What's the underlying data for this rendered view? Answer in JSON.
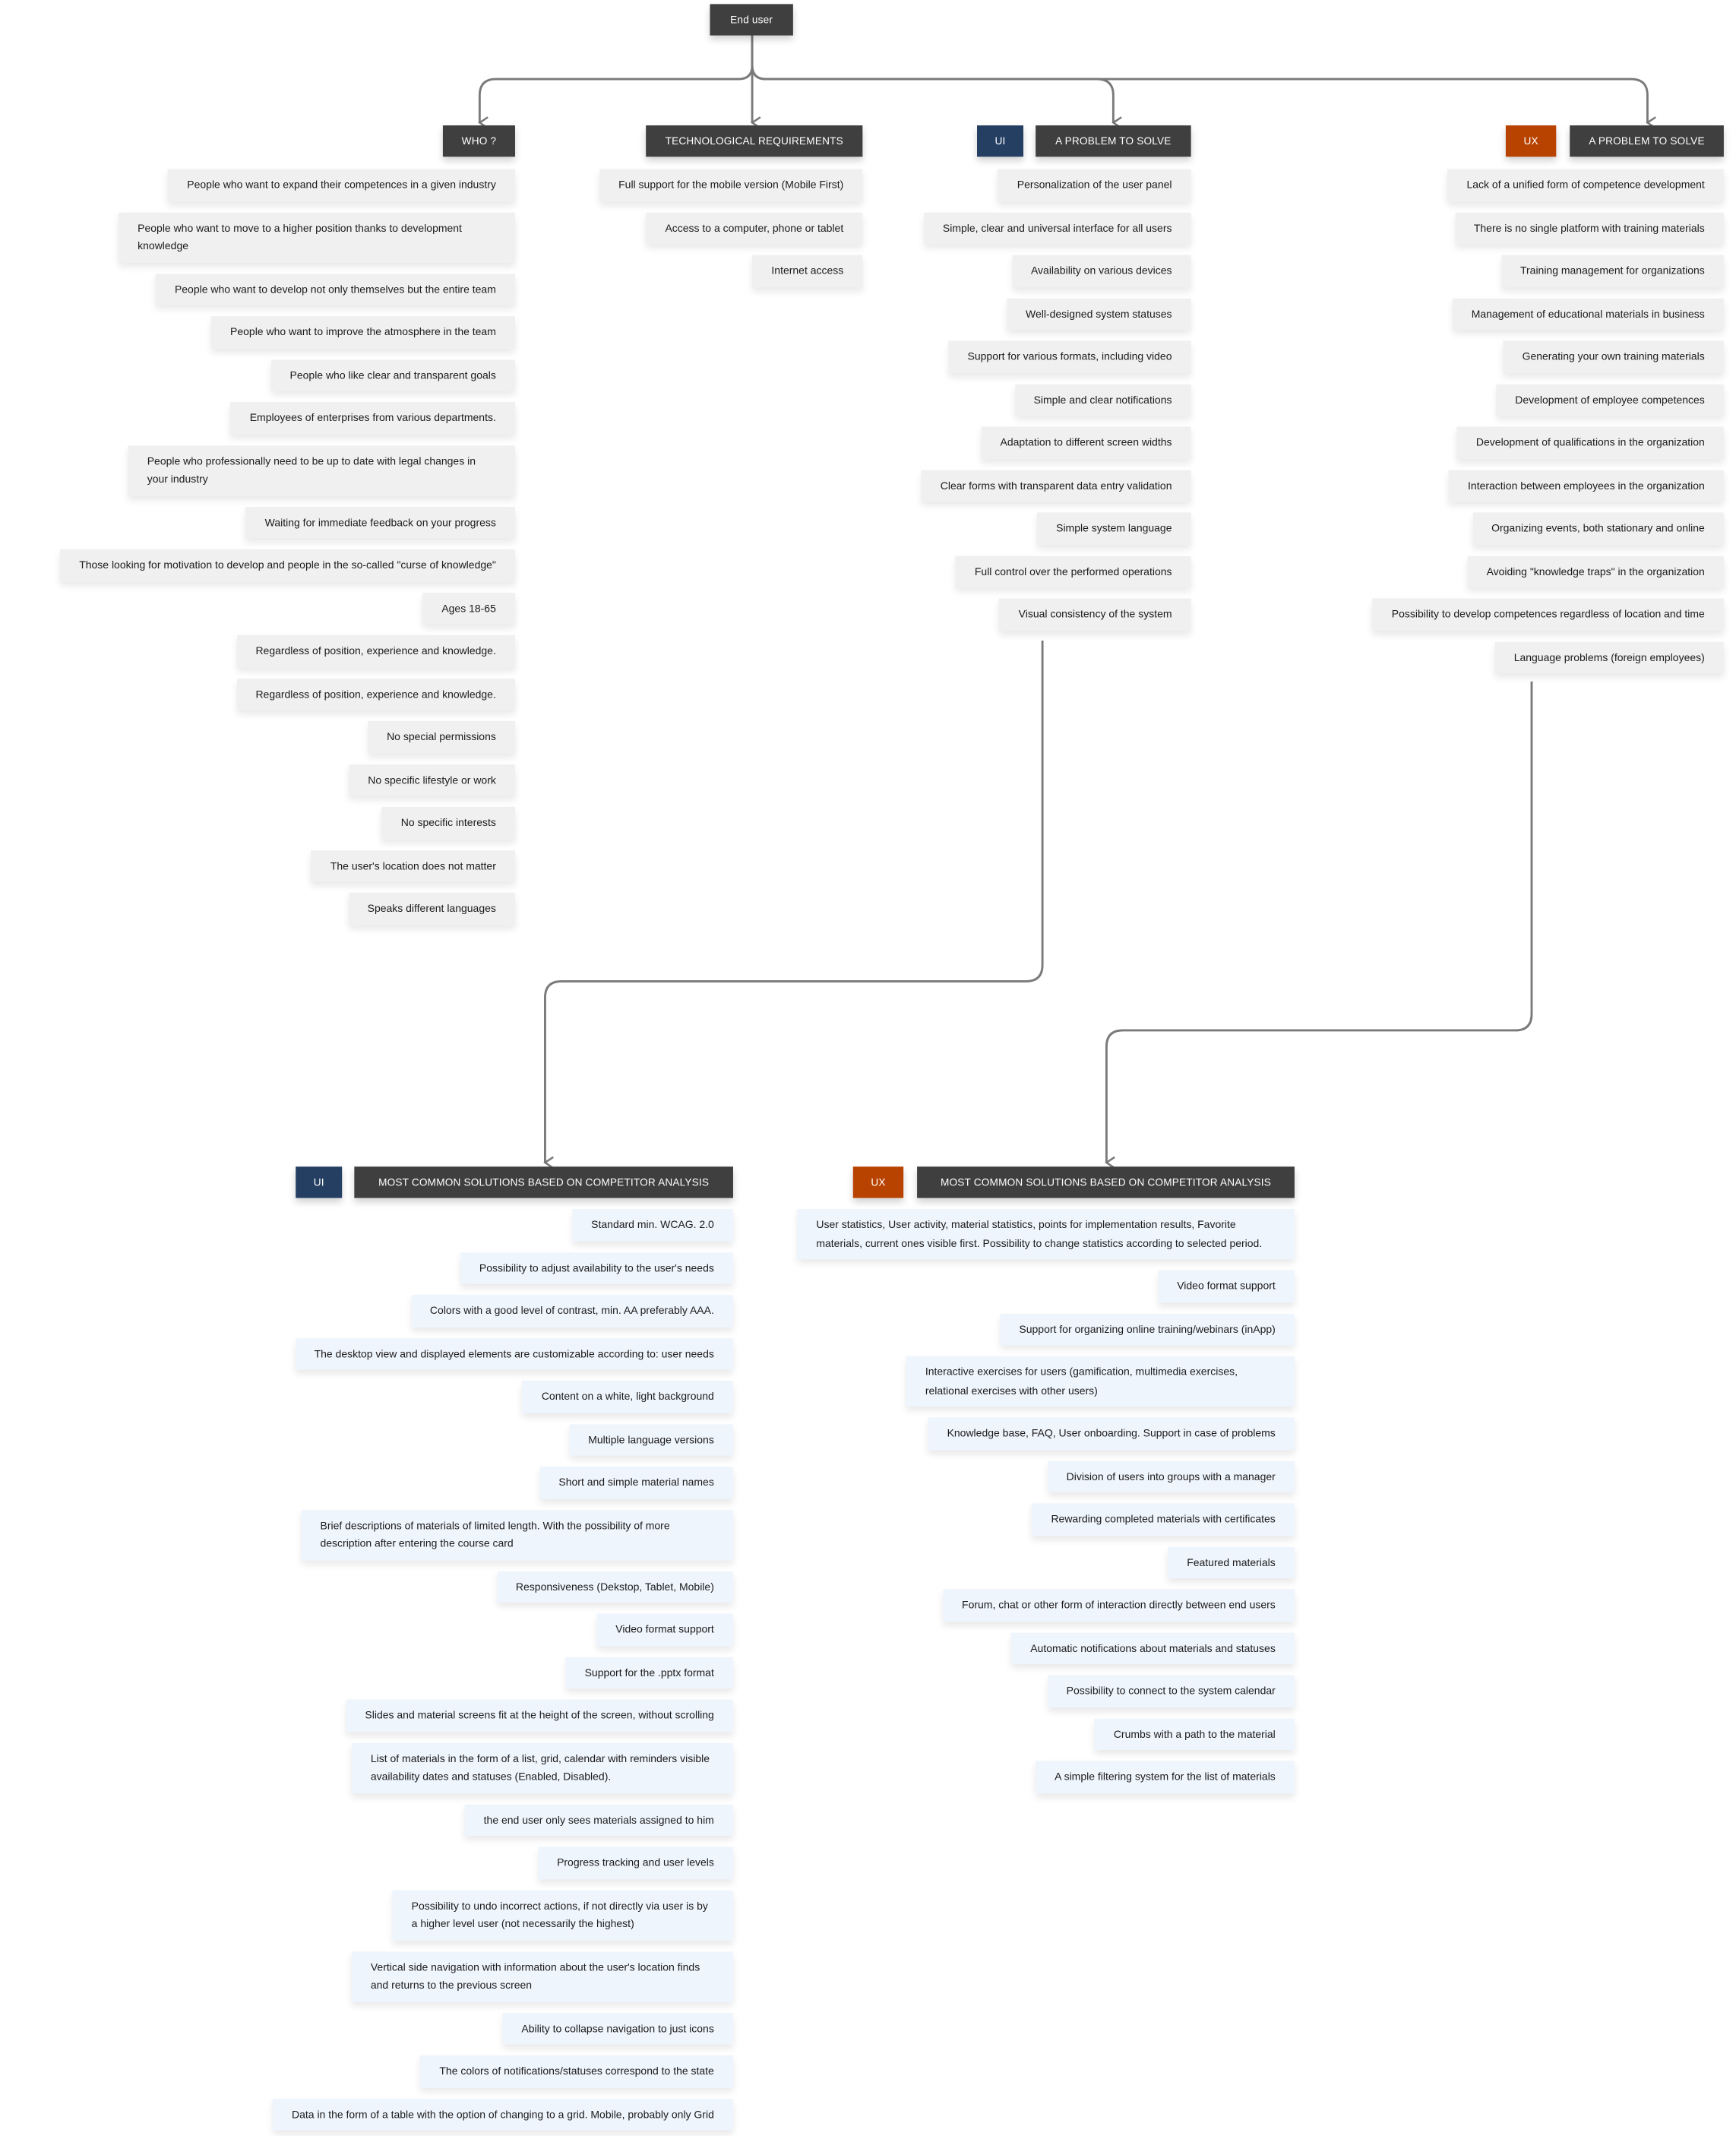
{
  "root": {
    "label": "End user"
  },
  "colors": {
    "header": "#3f3f3f",
    "ui": "#253f63",
    "ux": "#b84300",
    "item_top": "#f0f0f0",
    "item_bottom": "#eff5fd"
  },
  "who": {
    "title": "WHO ?",
    "items": [
      "People who want to expand their competences in a given industry",
      "People who want to move to a higher position thanks to development knowledge",
      "People who want to develop not only themselves but the entire team",
      "People who want to improve the atmosphere in the team",
      "People who like clear and transparent goals",
      "Employees of enterprises from various departments.",
      "People who professionally need to be up to date with legal changes in your industry",
      "Waiting for immediate feedback on your progress",
      "Those looking for motivation to develop and people in the so-called \"curse of knowledge\"",
      "Ages 18-65",
      "Regardless of position, experience and knowledge.",
      "Regardless of position, experience and knowledge.",
      "No special permissions",
      "No specific lifestyle or work",
      "No specific interests",
      "The user's location does not matter",
      "Speaks different languages"
    ]
  },
  "tech": {
    "title": "TECHNOLOGICAL REQUIREMENTS",
    "items": [
      "Full support for the mobile version (Mobile First)",
      "Access to a computer, phone or tablet",
      "Internet access"
    ]
  },
  "ui_problem": {
    "tag": "UI",
    "title": "A PROBLEM TO SOLVE",
    "items": [
      "Personalization of the user panel",
      "Simple, clear and universal interface for all users",
      "Availability on various devices",
      "Well-designed system statuses",
      "Support for various formats, including video",
      "Simple and clear notifications",
      "Adaptation to different screen widths",
      "Clear forms with transparent data entry validation",
      "Simple system language",
      "Full control over the performed operations",
      "Visual consistency of the system"
    ]
  },
  "ux_problem": {
    "tag": "UX",
    "title": "A PROBLEM TO SOLVE",
    "items": [
      "Lack of a unified form of competence development",
      "There is no single platform with training materials",
      "Training management for organizations",
      "Management of educational materials in business",
      "Generating your own training materials",
      "Development of employee competences",
      "Development of qualifications in the organization",
      "Interaction between employees in the organization",
      "Organizing events, both stationary and online",
      "Avoiding \"knowledge traps\" in the organization",
      "Possibility to develop competences regardless of location and time",
      "Language problems (foreign employees)"
    ]
  },
  "ui_solutions": {
    "tag": "UI",
    "title": "MOST COMMON SOLUTIONS BASED ON COMPETITOR ANALYSIS",
    "items": [
      "Standard min. WCAG. 2.0",
      "Possibility to adjust availability to the user's needs",
      "Colors with a good level of contrast, min. AA preferably AAA.",
      "The desktop view and displayed elements are customizable according to: user needs",
      "Content on a white, light background",
      "Multiple language versions",
      "Short and simple material names",
      "Brief descriptions of materials of limited length. With the possibility of more description after entering the course card",
      "Responsiveness (Dekstop, Tablet, Mobile)",
      "Video format support",
      "Support for the .pptx format",
      "Slides and material screens fit at the height of the screen, without scrolling",
      "List of materials in the form of a list, grid, calendar with reminders visible availability dates and statuses (Enabled, Disabled).",
      "the end user only sees materials assigned to him",
      "Progress tracking and user levels",
      "Possibility to undo incorrect actions, if not directly via user is by a higher level user (not necessarily the highest)",
      "Vertical side navigation with information about the user's location finds and returns to the previous screen",
      "Ability to collapse navigation to just icons",
      "The colors of notifications/statuses correspond to the state",
      "Data in the form of a table with the option of changing to a grid. Mobile, probably only Grid"
    ]
  },
  "ux_solutions": {
    "tag": "UX",
    "title": "MOST COMMON SOLUTIONS BASED ON COMPETITOR ANALYSIS",
    "items": [
      "User statistics, User activity, material statistics, points for implementation results, Favorite materials, current ones visible first. Possibility to change statistics according to selected period.",
      "Video format support",
      "Support for organizing online training/webinars (inApp)",
      "Interactive exercises for users (gamification, multimedia exercises, relational exercises with other users)",
      "Knowledge base, FAQ, User onboarding. Support in case of problems",
      "Division of users into groups with a manager",
      "Rewarding completed materials with certificates",
      "Featured materials",
      "Forum, chat or other form of interaction directly between end users",
      "Automatic notifications about materials and statuses",
      "Possibility to connect to the system calendar",
      "Crumbs with a path to the material",
      "A simple filtering system for the list of materials"
    ]
  }
}
